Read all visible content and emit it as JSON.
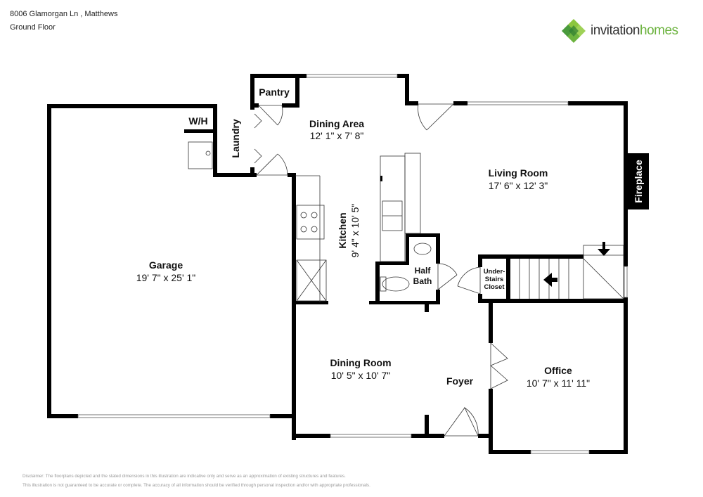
{
  "header": {
    "address": "8006 Glamorgan Ln , Matthews",
    "floor": "Ground Floor"
  },
  "logo": {
    "word1": "invitation",
    "word2": "homes",
    "brand_color": "#6cb33f"
  },
  "rooms": {
    "pantry": {
      "name": "Pantry"
    },
    "wh": {
      "name": "W/H"
    },
    "laundry": {
      "name": "Laundry"
    },
    "dining_area": {
      "name": "Dining Area",
      "dims": "12' 1\" x 7' 8\""
    },
    "living_room": {
      "name": "Living Room",
      "dims": "17' 6\" x 12' 3\""
    },
    "fireplace": {
      "name": "Fireplace"
    },
    "kitchen": {
      "name": "Kitchen",
      "dims": "9' 4\" x 10' 5\""
    },
    "garage": {
      "name": "Garage",
      "dims": "19' 7\" x 25' 1\""
    },
    "half_bath": {
      "name1": "Half",
      "name2": "Bath"
    },
    "closet": {
      "l1": "Under-",
      "l2": "Stairs",
      "l3": "Closet"
    },
    "dining_room": {
      "name": "Dining Room",
      "dims": "10' 5\" x 10' 7\""
    },
    "foyer": {
      "name": "Foyer"
    },
    "office": {
      "name": "Office",
      "dims": "10' 7\" x 11' 11\""
    }
  },
  "disclaimer": {
    "line1": "Disclaimer: The floorplans depicted and the stated dimensions in this illustration are indicative only and serve as an approximation of existing structures and features.",
    "line2": "This illustration is not guaranteed to be accurate or complete. The accuracy of all information should be verified through personal inspection and/or with appropriate professionals."
  }
}
